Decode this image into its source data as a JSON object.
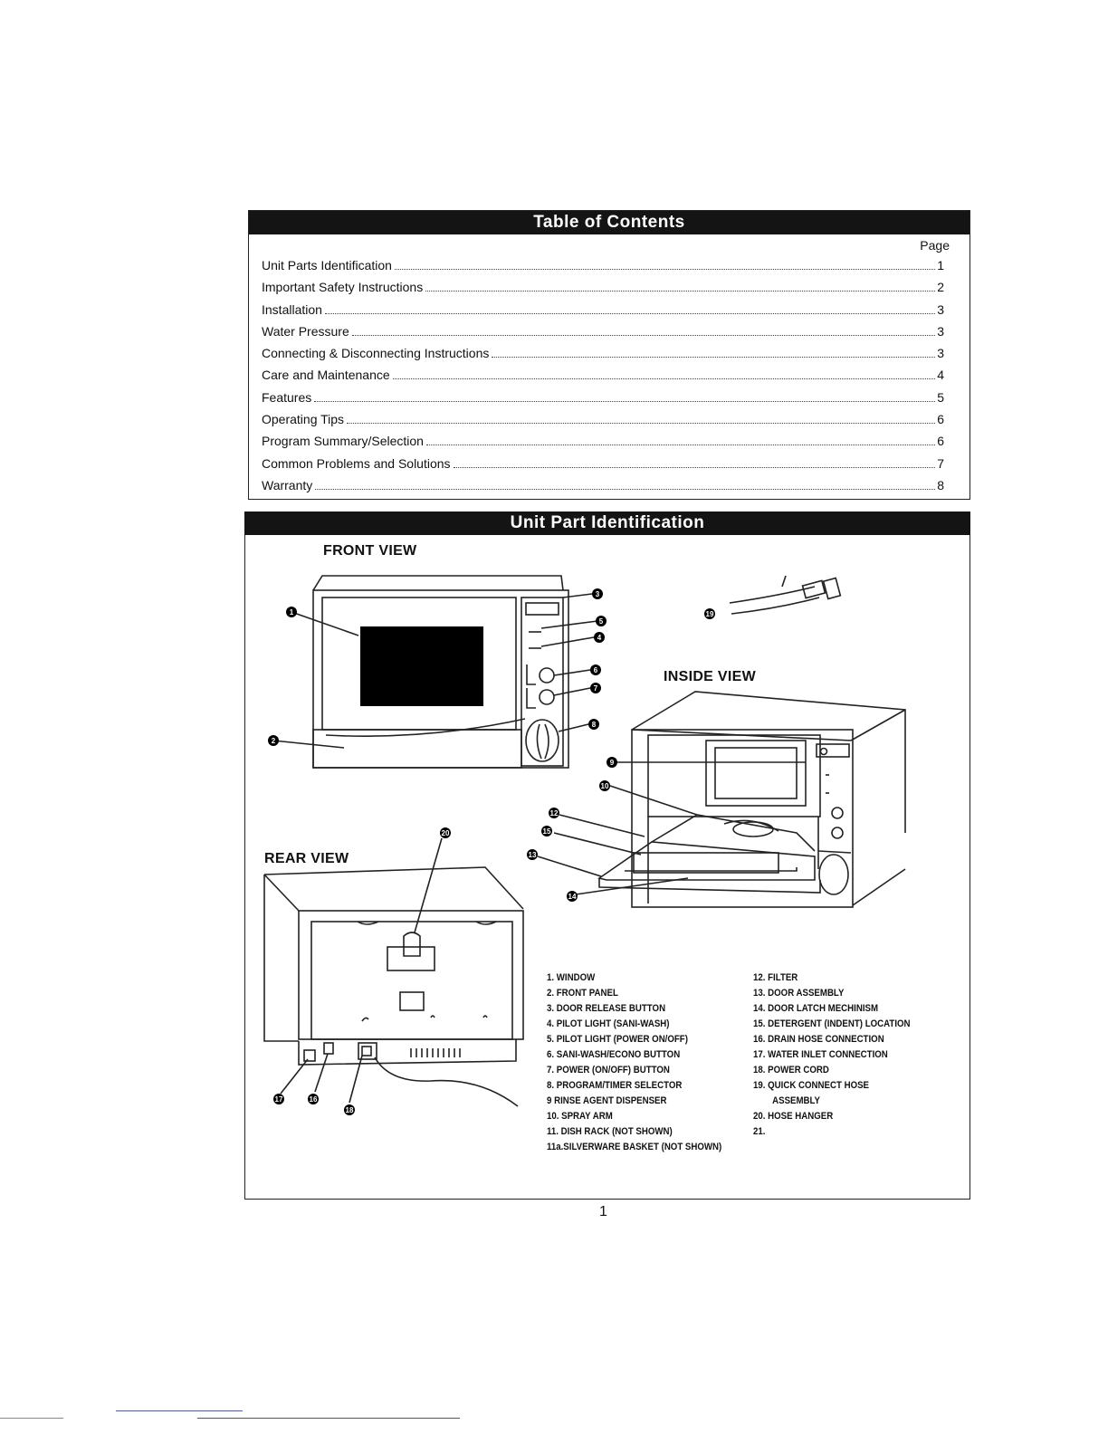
{
  "toc": {
    "title": "Table of Contents",
    "page_header": "Page",
    "entries": [
      {
        "title": "Unit Parts Identification",
        "page": "1"
      },
      {
        "title": "Important Safety Instructions",
        "page": "2"
      },
      {
        "title": "Installation",
        "page": "3"
      },
      {
        "title": "Water Pressure",
        "page": "3"
      },
      {
        "title": "Connecting & Disconnecting Instructions",
        "page": "3"
      },
      {
        "title": "Care and Maintenance",
        "page": "4"
      },
      {
        "title": "Features",
        "page": "5"
      },
      {
        "title": "Operating Tips",
        "page": "6"
      },
      {
        "title": "Program Summary/Selection",
        "page": "6"
      },
      {
        "title": "Common Problems and Solutions",
        "page": "7"
      },
      {
        "title": "Warranty",
        "page": "8"
      }
    ]
  },
  "upi": {
    "title": "Unit Part Identification",
    "front_view": "FRONT VIEW",
    "inside_view": "INSIDE VIEW",
    "rear_view": "REAR VIEW",
    "callouts": [
      "1",
      "2",
      "3",
      "4",
      "5",
      "6",
      "7",
      "8",
      "9",
      "10",
      "12",
      "13",
      "14",
      "15",
      "16",
      "17",
      "18",
      "19",
      "20"
    ],
    "legend_left": [
      "1.  WINDOW",
      "2.  FRONT PANEL",
      "3.  DOOR RELEASE BUTTON",
      "4.  PILOT LIGHT (SANI-WASH)",
      "5.  PILOT LIGHT (POWER ON/OFF)",
      "6.  SANI-WASH/ECONO BUTTON",
      "7.  POWER (ON/OFF) BUTTON",
      "8.  PROGRAM/TIMER SELECTOR",
      "9  RINSE AGENT DISPENSER",
      "10. SPRAY ARM",
      "11. DISH RACK (NOT SHOWN)",
      "11a.SILVERWARE BASKET (NOT SHOWN)"
    ],
    "legend_right": [
      "12.  FILTER",
      "13.  DOOR ASSEMBLY",
      "14.  DOOR LATCH MECHINISM",
      "15.  DETERGENT (INDENT) LOCATION",
      "16.  DRAIN HOSE CONNECTION",
      "17.  WATER INLET CONNECTION",
      "18.  POWER CORD",
      "19.  QUICK CONNECT HOSE",
      "ASSEMBLY",
      "20.  HOSE HANGER",
      "21."
    ]
  },
  "page_number": "1"
}
